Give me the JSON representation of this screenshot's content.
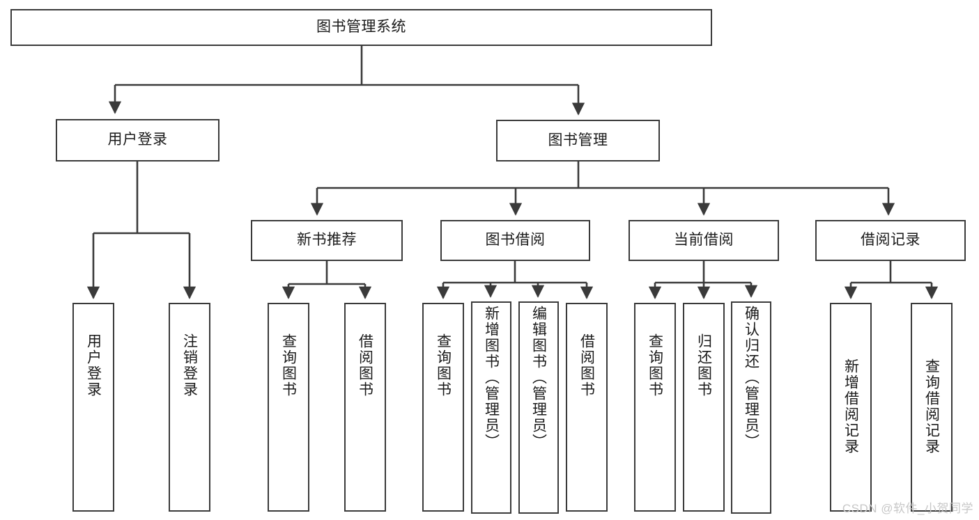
{
  "diagram": {
    "type": "tree",
    "title": "图书管理系统",
    "root": {
      "id": "root",
      "label": "图书管理系统"
    },
    "level2": [
      {
        "id": "user-login",
        "label": "用户登录"
      },
      {
        "id": "book-manage",
        "label": "图书管理"
      }
    ],
    "level3": [
      {
        "id": "new-book-rec",
        "label": "新书推荐"
      },
      {
        "id": "book-borrow",
        "label": "图书借阅"
      },
      {
        "id": "current-borrow",
        "label": "当前借阅"
      },
      {
        "id": "borrow-record",
        "label": "借阅记录"
      }
    ],
    "leaves": {
      "user_login": [
        {
          "id": "leaf-user-login",
          "label": "用户登录"
        },
        {
          "id": "leaf-logout",
          "label": "注销登录"
        }
      ],
      "new_book_rec": [
        {
          "id": "leaf-query-book-1",
          "label": "查询图书"
        },
        {
          "id": "leaf-borrow-book-1",
          "label": "借阅图书"
        }
      ],
      "book_borrow": [
        {
          "id": "leaf-query-book-2",
          "label": "查询图书"
        },
        {
          "id": "leaf-add-book",
          "label": "新增图书（管理员）"
        },
        {
          "id": "leaf-edit-book",
          "label": "编辑图书（管理员）"
        },
        {
          "id": "leaf-borrow-book-2",
          "label": "借阅图书"
        }
      ],
      "current_borrow": [
        {
          "id": "leaf-query-book-3",
          "label": "查询图书"
        },
        {
          "id": "leaf-return-book",
          "label": "归还图书"
        },
        {
          "id": "leaf-confirm-return",
          "label": "确认归还（管理员）"
        }
      ],
      "borrow_record": [
        {
          "id": "leaf-add-record",
          "label": "新增借阅记录"
        },
        {
          "id": "leaf-query-record",
          "label": "查询借阅记录"
        }
      ]
    },
    "colors": {
      "stroke": "#3a3a3a",
      "fill": "#ffffff",
      "text": "#1a1a1a",
      "watermark": "#c7c7c7"
    }
  },
  "watermark": {
    "text": "CSDN @软件_小贺同学"
  }
}
